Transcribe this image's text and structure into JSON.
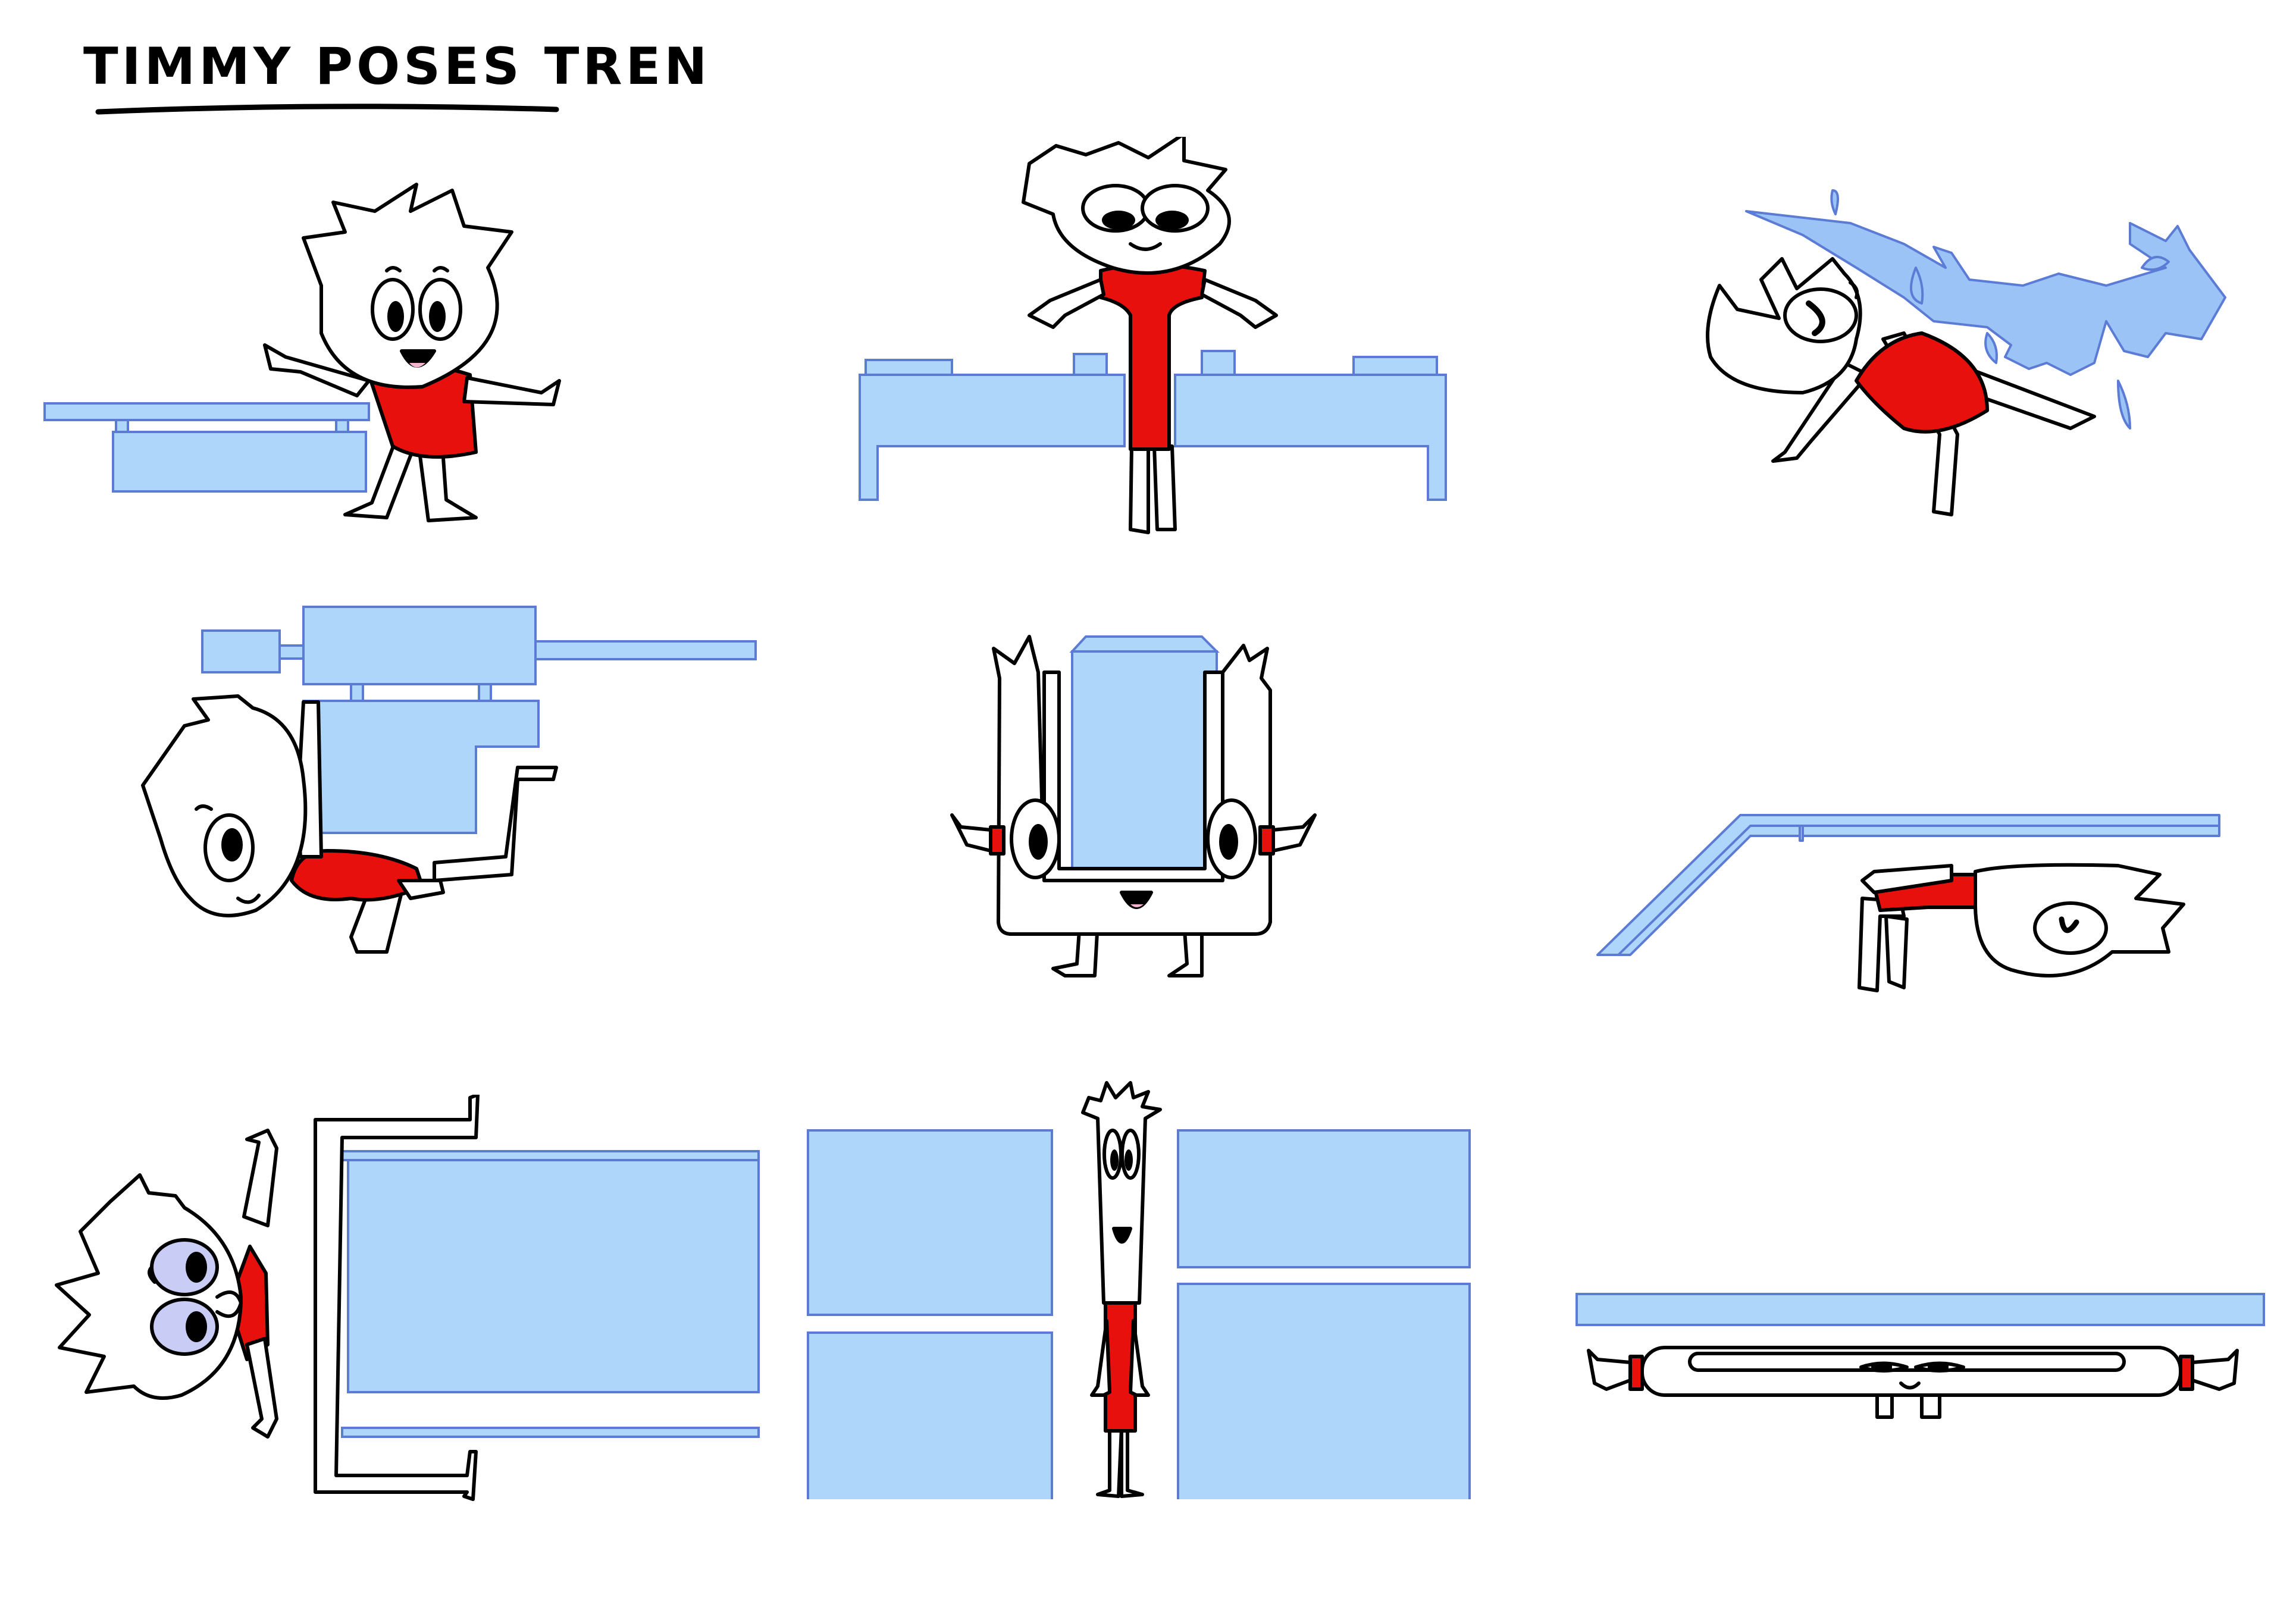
{
  "sheet": {
    "title": "TIMMY POSES TREN"
  },
  "colors": {
    "background": "#ffffff",
    "ink": "#000000",
    "train_fill": "#aed6fb",
    "train_stroke": "#5b7bd5",
    "shirt": "#e8100c",
    "skin": "#ffffff",
    "eye_shade": "#c9cdf5",
    "mouth": "#f7b3cf",
    "branch": "#9cc3f5"
  },
  "poses": [
    {
      "id": 1,
      "description_icon": "timmy-wave-beside-train-icon"
    },
    {
      "id": 2,
      "description_icon": "timmy-between-trains-icon"
    },
    {
      "id": 3,
      "description_icon": "timmy-bend-under-branch-icon"
    },
    {
      "id": 4,
      "description_icon": "timmy-carry-train-icon"
    },
    {
      "id": 5,
      "description_icon": "timmy-split-around-train-icon"
    },
    {
      "id": 6,
      "description_icon": "timmy-crawl-under-ramp-icon"
    },
    {
      "id": 7,
      "description_icon": "timmy-lying-tracks-icon"
    },
    {
      "id": 8,
      "description_icon": "timmy-thin-between-blocks-icon"
    },
    {
      "id": 9,
      "description_icon": "timmy-flat-under-slab-icon"
    }
  ]
}
